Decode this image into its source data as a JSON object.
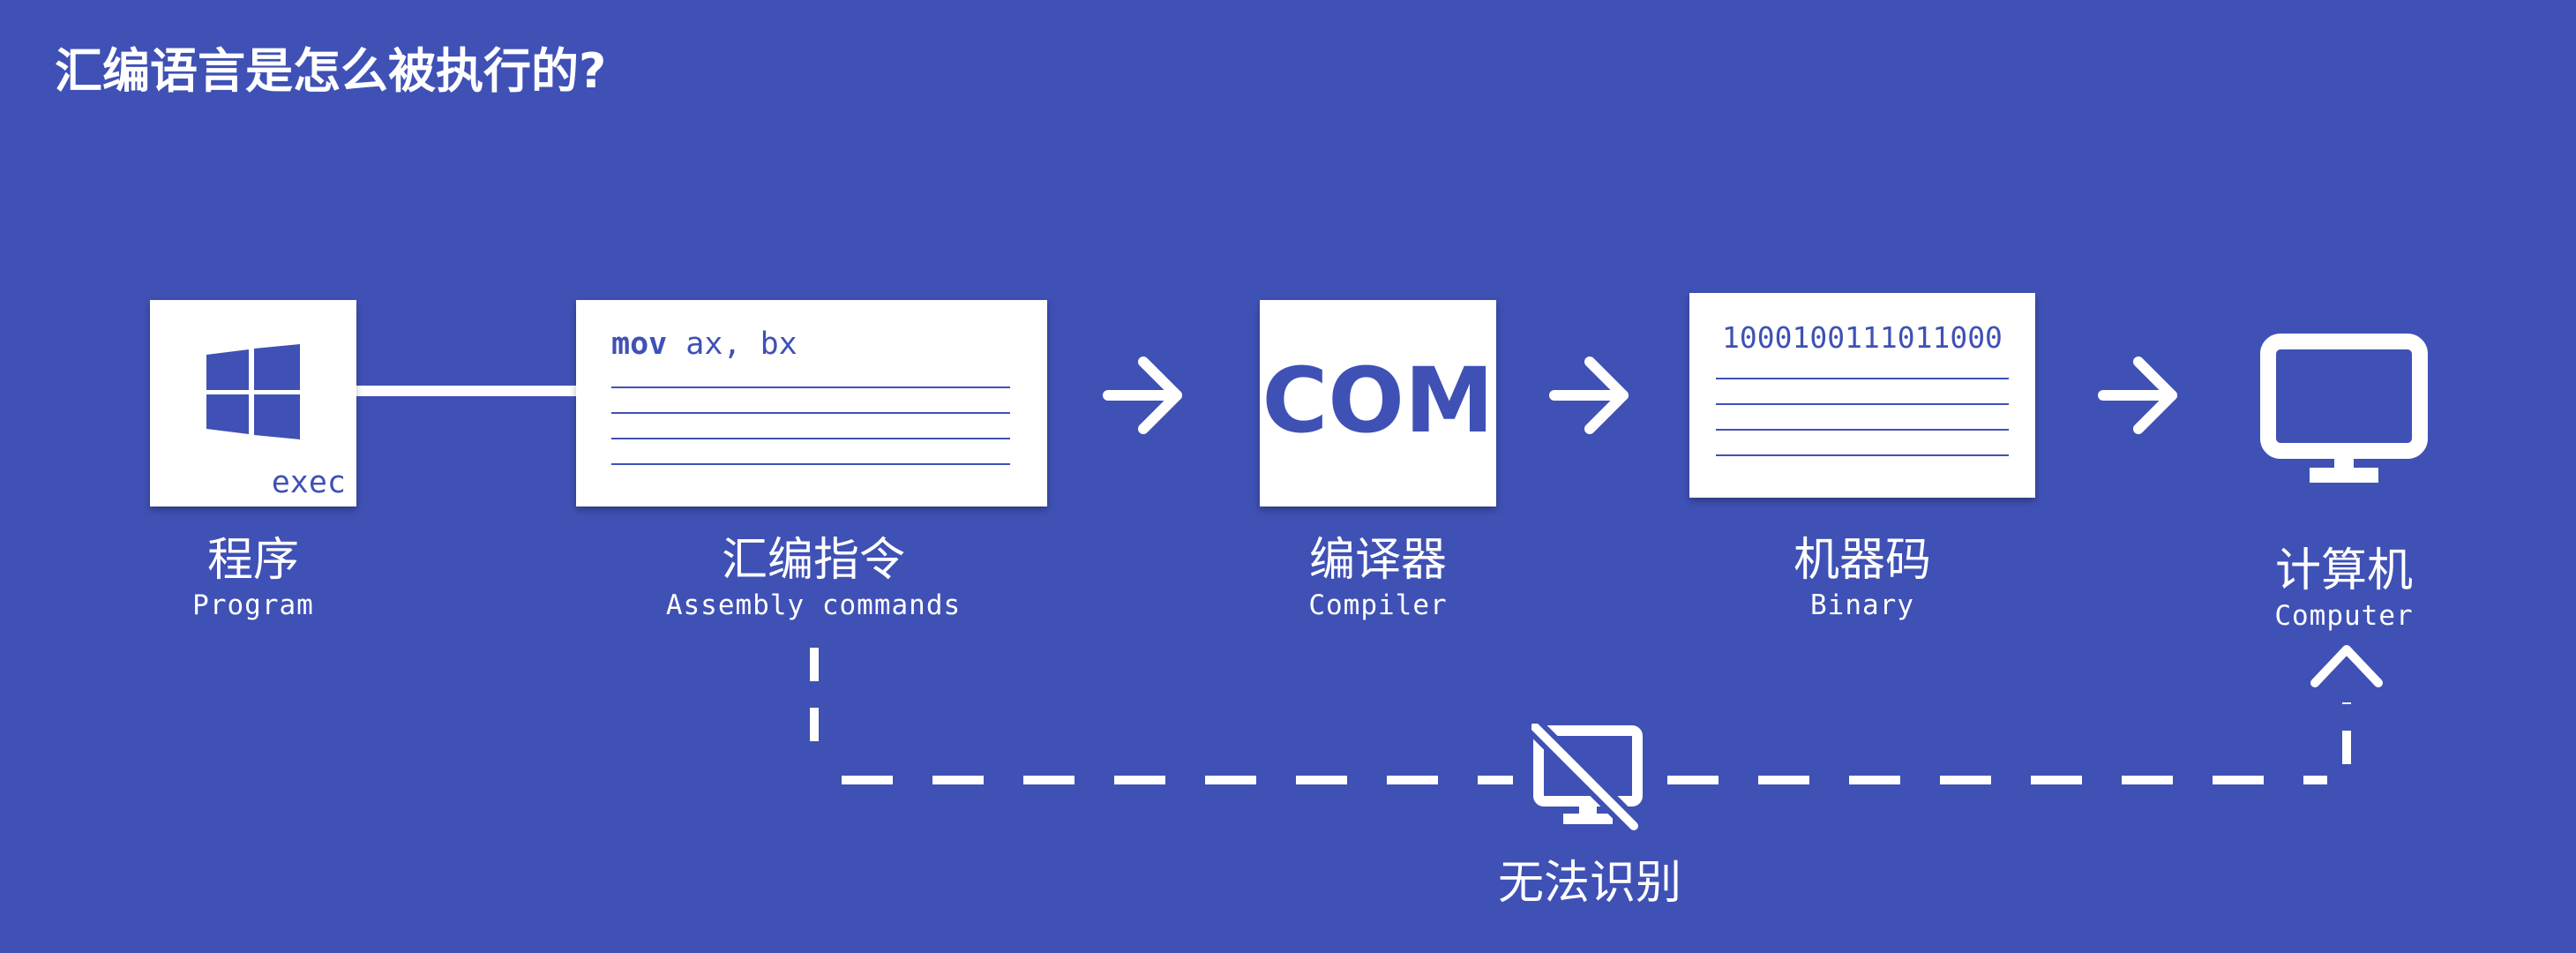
{
  "title": "汇编语言是怎么被执行的?",
  "nodes": [
    {
      "id": "program",
      "label_zh": "程序",
      "label_en": "Program",
      "card_text": "exec",
      "icon": "windows-logo-icon"
    },
    {
      "id": "assembly",
      "label_zh": "汇编指令",
      "label_en": "Assembly commands",
      "code_keyword": "mov",
      "code_args": " ax, bx"
    },
    {
      "id": "compiler",
      "label_zh": "编译器",
      "label_en": "Compiler",
      "card_text": "COM"
    },
    {
      "id": "machine_code",
      "label_zh": "机器码",
      "label_en": "Binary",
      "card_text": "1000100111011000"
    },
    {
      "id": "computer",
      "label_zh": "计算机",
      "label_en": "Computer",
      "icon": "monitor-icon"
    }
  ],
  "unrecognized_path": {
    "label": "无法识别",
    "icon": "monitor-off-icon"
  },
  "colors": {
    "background": "#3f51b5",
    "foreground": "#ffffff"
  }
}
